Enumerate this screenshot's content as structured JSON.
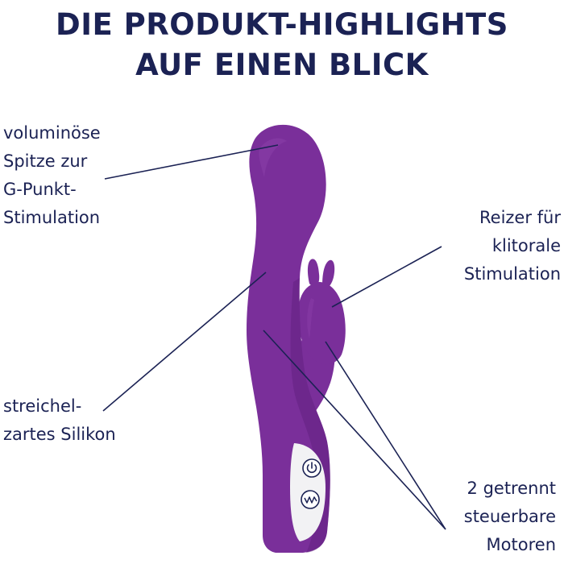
{
  "colors": {
    "text": "#1b2254",
    "product": "#7a2f9a",
    "product_shade": "#5e1f7c",
    "product_light": "#9146b0",
    "panel": "#f2f2f4",
    "line": "#1b2254"
  },
  "heading": {
    "line1": "DIE PRODUKT-HIGHLIGHTS",
    "line2": "AUF EINEN BLICK"
  },
  "callouts": {
    "tip": {
      "lines": [
        "voluminöse",
        "Spitze zur",
        "G-Punkt-",
        "Stimulation"
      ]
    },
    "clit": {
      "lines": [
        "Reizer für",
        "klitorale",
        "Stimulation"
      ]
    },
    "silicone": {
      "lines": [
        "streichel-",
        "zartes Silikon"
      ]
    },
    "motors": {
      "lines": [
        "2 getrennt",
        "steuerbare",
        "Motoren"
      ]
    }
  },
  "icons": {
    "power": "power-icon",
    "vibration": "vibration-mode-icon"
  }
}
